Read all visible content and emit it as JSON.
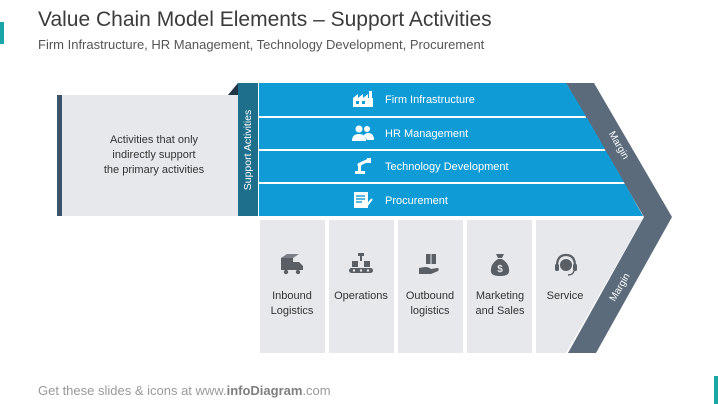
{
  "header": {
    "title": "Value Chain Model Elements – Support Activities",
    "subtitle": "Firm Infrastructure, HR Management, Technology Development, Procurement"
  },
  "definition_box": {
    "text_line1": "Activities that only",
    "text_line2": "indirectly support",
    "text_line3": "the primary activities"
  },
  "support_activities": {
    "tab_label": "Support Activities",
    "items": [
      {
        "label": "Firm Infrastructure",
        "icon": "factory-icon"
      },
      {
        "label": "HR Management",
        "icon": "people-icon"
      },
      {
        "label": "Technology Development",
        "icon": "robot-arm-icon"
      },
      {
        "label": "Procurement",
        "icon": "document-check-icon"
      }
    ]
  },
  "primary_activities": {
    "items": [
      {
        "line1": "Inbound",
        "line2": "Logistics",
        "icon": "truck-box-icon"
      },
      {
        "line1": "Operations",
        "line2": "",
        "icon": "conveyor-icon"
      },
      {
        "line1": "Outbound",
        "line2": "logistics",
        "icon": "hand-box-icon"
      },
      {
        "line1": "Marketing",
        "line2": "and Sales",
        "icon": "money-bag-icon"
      },
      {
        "line1": "Service",
        "line2": "",
        "icon": "headset-icon"
      }
    ]
  },
  "margin": {
    "upper_label": "Margin",
    "lower_label": "Margin"
  },
  "footer": {
    "prefix": "Get these slides & icons at www.",
    "brand": "infoDiagram",
    "suffix": ".com"
  },
  "colors": {
    "band_blue": "#0f9bd6",
    "tab_dark_teal": "#1e6f8c",
    "margin_slate": "#5b6b7b",
    "primary_gray": "#e6e8eb",
    "icon_gray": "#5a5f66",
    "accent_teal": "#1aa6a6"
  }
}
